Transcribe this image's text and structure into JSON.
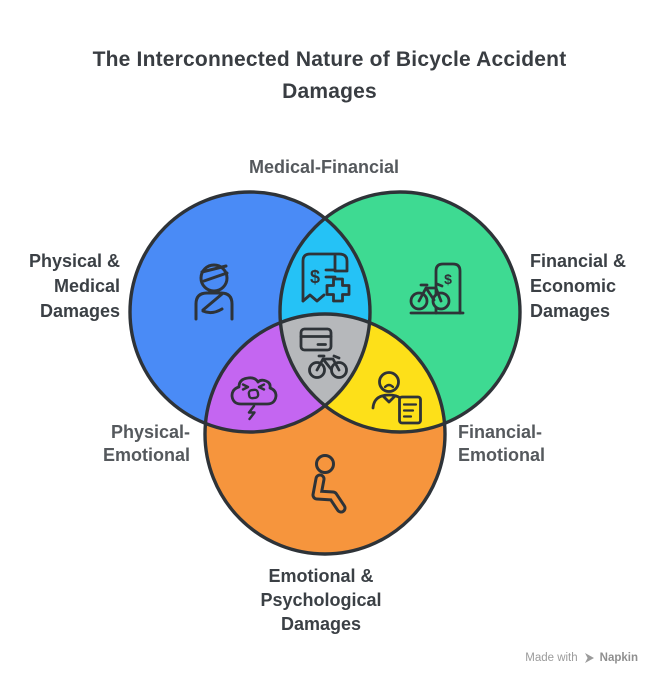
{
  "title": "The Interconnected Nature of Bicycle Accident\nDamages",
  "colors": {
    "background": "#ffffff",
    "outline": "#2e3338",
    "title_text": "#393d42",
    "circle_label_text": "#3b4045",
    "intersection_label_text": "#55595d",
    "watermark_text": "#9b9b9b"
  },
  "venn": {
    "dollar_glyph": "$",
    "circles": [
      {
        "id": "physical-medical",
        "label": "Physical &\nMedical\nDamages",
        "color": "#4a8bf6",
        "icon": "injured-person-icon"
      },
      {
        "id": "financial-economic",
        "label": "Financial &\nEconomic\nDamages",
        "color": "#3eda92",
        "icon": "bicycle-price-tag-icon"
      },
      {
        "id": "emotional-psychological",
        "label": "Emotional &\nPsychological\nDamages",
        "color": "#f6953d",
        "icon": "kneeling-person-icon"
      }
    ],
    "intersections": [
      {
        "id": "medical-financial",
        "label": "Medical-Financial",
        "color": "#25c2f6",
        "icon": "medical-bill-icon"
      },
      {
        "id": "physical-emotional",
        "label": "Physical-\nEmotional",
        "color": "#c466f1",
        "icon": "storm-cloud-icon"
      },
      {
        "id": "financial-emotional",
        "label": "Financial-\nEmotional",
        "color": "#fde019",
        "icon": "person-document-icon"
      },
      {
        "id": "center-all",
        "label": "",
        "color": "#b6b8bb",
        "icon": "credit-card-bicycle-icon"
      }
    ]
  },
  "watermark": {
    "prefix": "Made with",
    "brand": "Napkin"
  }
}
